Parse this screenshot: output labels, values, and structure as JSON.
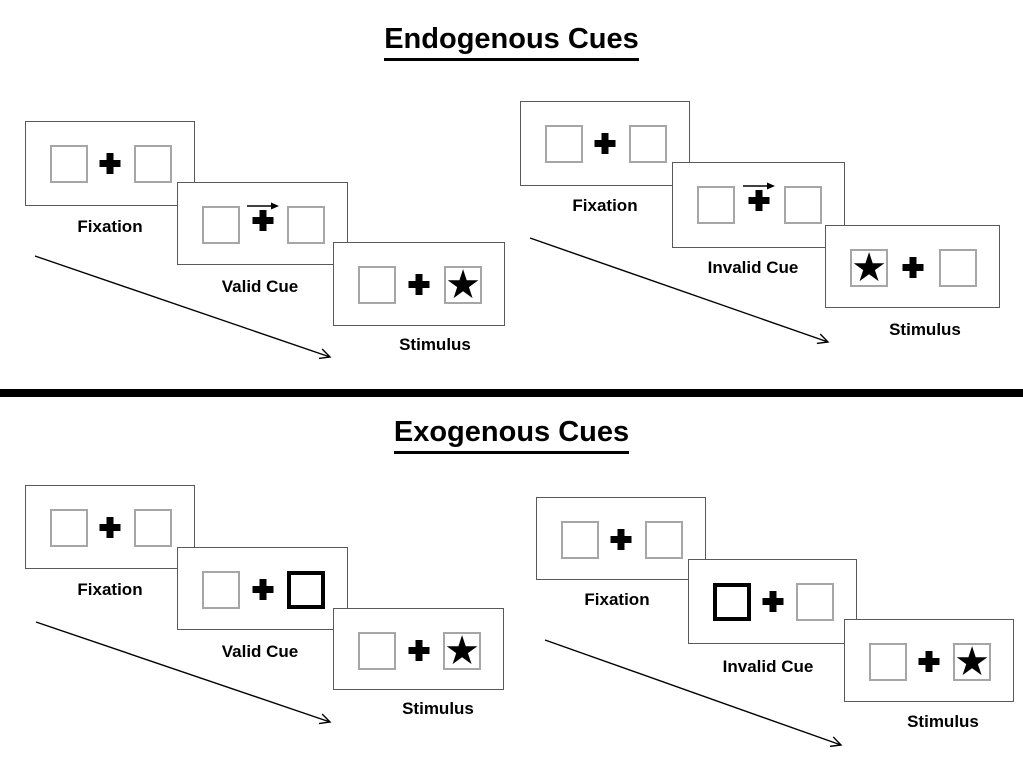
{
  "page": {
    "background": "#ffffff"
  },
  "colors": {
    "panel_border": "#595959",
    "placeholder_border": "#a6a6a6",
    "cue_highlight": "#000000",
    "divider": "#000000",
    "text": "#000000"
  },
  "icons": {
    "star": "★"
  },
  "sections": [
    {
      "title": "Endogenous Cues",
      "cue_style": "central-arrow",
      "trials": [
        {
          "name": "valid",
          "cue_direction": "right",
          "stimulus_side": "right",
          "frames": [
            {
              "label": "Fixation"
            },
            {
              "label": "Valid Cue"
            },
            {
              "label": "Stimulus"
            }
          ]
        },
        {
          "name": "invalid",
          "cue_direction": "right",
          "stimulus_side": "left",
          "frames": [
            {
              "label": "Fixation"
            },
            {
              "label": "Invalid Cue"
            },
            {
              "label": "Stimulus"
            }
          ]
        }
      ]
    },
    {
      "title": "Exogenous Cues",
      "cue_style": "peripheral-box",
      "trials": [
        {
          "name": "valid",
          "cue_side": "right",
          "stimulus_side": "right",
          "frames": [
            {
              "label": "Fixation"
            },
            {
              "label": "Valid Cue"
            },
            {
              "label": "Stimulus"
            }
          ]
        },
        {
          "name": "invalid",
          "cue_side": "left",
          "stimulus_side": "right",
          "frames": [
            {
              "label": "Fixation"
            },
            {
              "label": "Invalid Cue"
            },
            {
              "label": "Stimulus"
            }
          ]
        }
      ]
    }
  ]
}
